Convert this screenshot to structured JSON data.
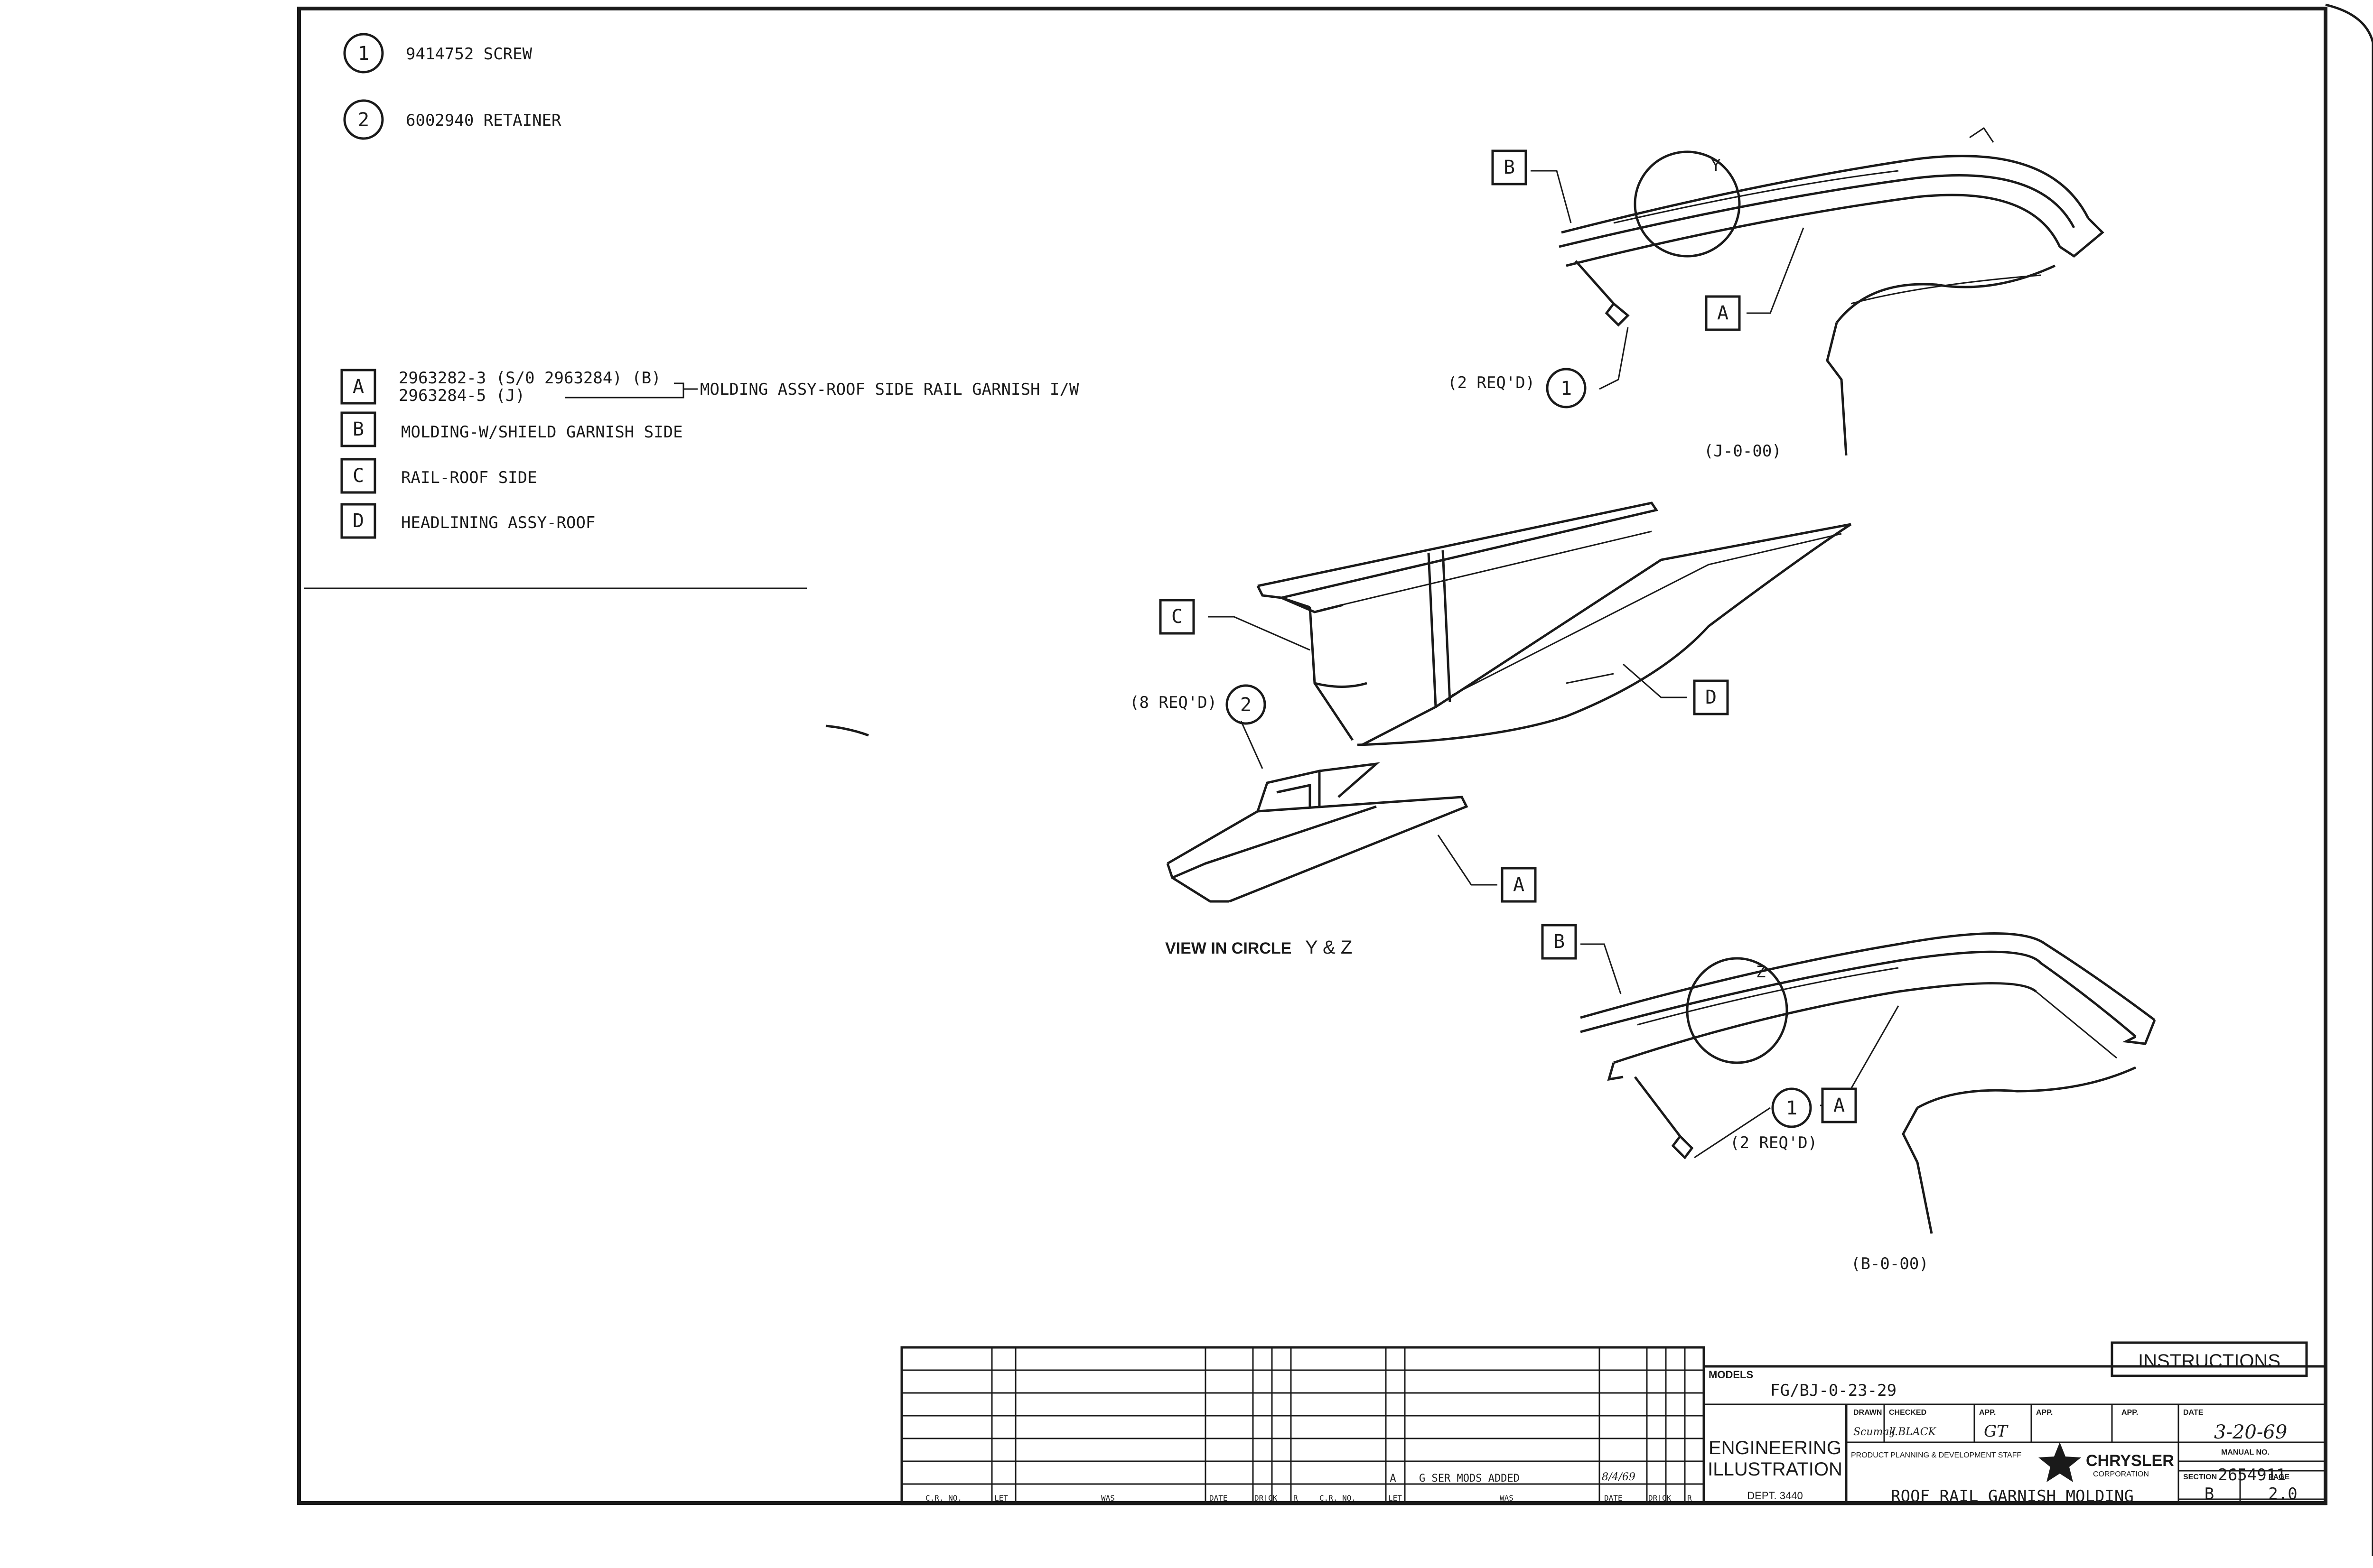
{
  "parts_numbered": [
    {
      "num": "1",
      "text": "9414752 SCREW"
    },
    {
      "num": "2",
      "text": "6002940 RETAINER"
    }
  ],
  "parts_lettered": [
    {
      "letter": "A",
      "line1": "2963282-3 (S/0 2963284) (B)",
      "line2": "2963284-5 (J)",
      "desc": "MOLDING ASSY-ROOF SIDE RAIL GARNISH I/W"
    },
    {
      "letter": "B",
      "line1": "MOLDING-W/SHIELD GARNISH SIDE"
    },
    {
      "letter": "C",
      "line1": "RAIL-ROOF SIDE"
    },
    {
      "letter": "D",
      "line1": "HEADLINING ASSY-ROOF"
    }
  ],
  "callouts": {
    "top_req": "(2 REQ'D)",
    "top_num": "1",
    "top_model": "(J-0-00)",
    "circle_y": "Y",
    "mid_req": "(8 REQ'D)",
    "mid_num": "2",
    "view_label": "VIEW IN CIRCLE",
    "view_letters": "Y & Z",
    "circle_z": "Z",
    "bot_req": "(2 REQ'D)",
    "bot_num": "1",
    "bot_model": "(B-0-00)",
    "letter_a": "A",
    "letter_b": "B",
    "letter_c": "C",
    "letter_d": "D"
  },
  "title_block": {
    "instructions": "INSTRUCTIONS",
    "models_label": "MODELS",
    "models_value": "FG/BJ-0-23-29",
    "drawn_label": "DRAWN",
    "checked_label": "CHECKED",
    "app_label": "APP.",
    "date_label": "DATE",
    "date_value": "3-20-69",
    "drawn_sig": "Scumak",
    "checked_sig": "J.BLACK",
    "app_sig": "GT",
    "engineering_line1": "ENGINEERING",
    "engineering_line2": "ILLUSTRATION",
    "dept": "DEPT. 3440",
    "staff": "PRODUCT PLANNING & DEVELOPMENT STAFF",
    "chrysler": "CHRYSLER",
    "corporation": "CORPORATION",
    "manual_label": "MANUAL NO.",
    "manual_value": "2654911",
    "drawing_title": "ROOF RAIL GARNISH MOLDING",
    "section_label": "SECTION",
    "section_value": "B",
    "page_label": "PAGE",
    "page_value": "2.0"
  },
  "revision": {
    "letter": "A",
    "text": "G SER MODS ADDED",
    "date": "8/4/69",
    "col_cr": "C.R. NO.",
    "col_let": "LET",
    "col_was": "WAS",
    "col_date": "DATE",
    "col_drck": "DR|CK",
    "col_r": "R"
  }
}
